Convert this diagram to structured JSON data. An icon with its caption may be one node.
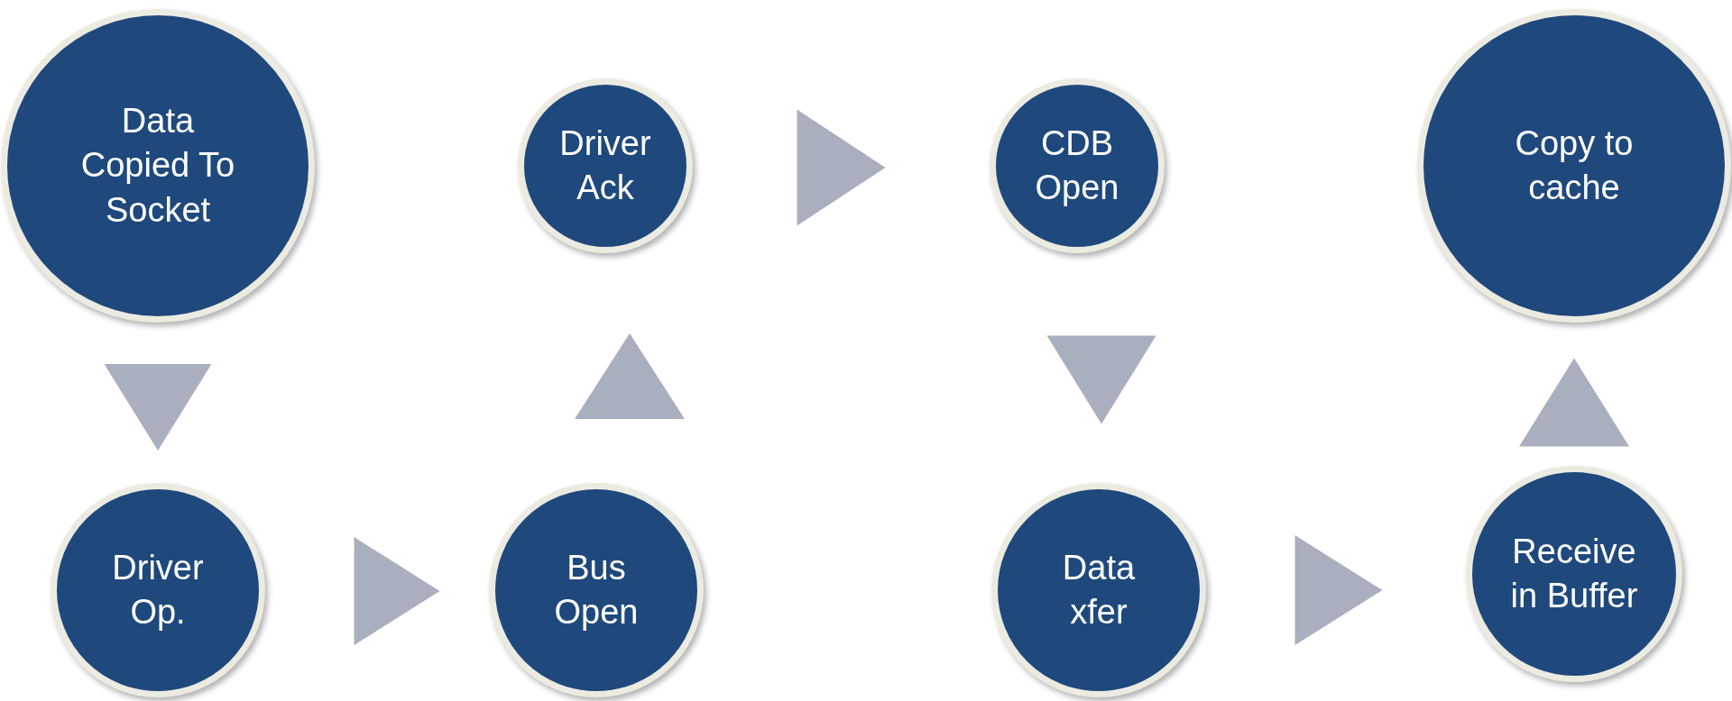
{
  "diagram": {
    "nodes": [
      {
        "text": [
          "Data Copied To Socket"
        ]
      },
      {
        "text": [
          "Driver Op."
        ]
      },
      {
        "text": [
          "Bus Open"
        ]
      },
      {
        "text": [
          "Driver Ack"
        ]
      },
      {
        "text": [
          "CDB Open"
        ]
      },
      {
        "text": [
          "Data xfer"
        ]
      },
      {
        "text": [
          "Receive in Buffer"
        ]
      },
      {
        "text": [
          "Copy to cache"
        ]
      }
    ],
    "edges": [
      {
        "from": 0,
        "to": 1,
        "arrow": "to"
      },
      {
        "from": 1,
        "to": 2,
        "arrow": "to"
      },
      {
        "from": 2,
        "to": 3,
        "arrow": "to"
      },
      {
        "from": 3,
        "to": 4,
        "arrow": "to"
      },
      {
        "from": 4,
        "to": 5,
        "arrow": "to"
      },
      {
        "from": 5,
        "to": 6,
        "arrow": "to"
      },
      {
        "from": 6,
        "to": 7,
        "arrow": "to"
      }
    ]
  }
}
